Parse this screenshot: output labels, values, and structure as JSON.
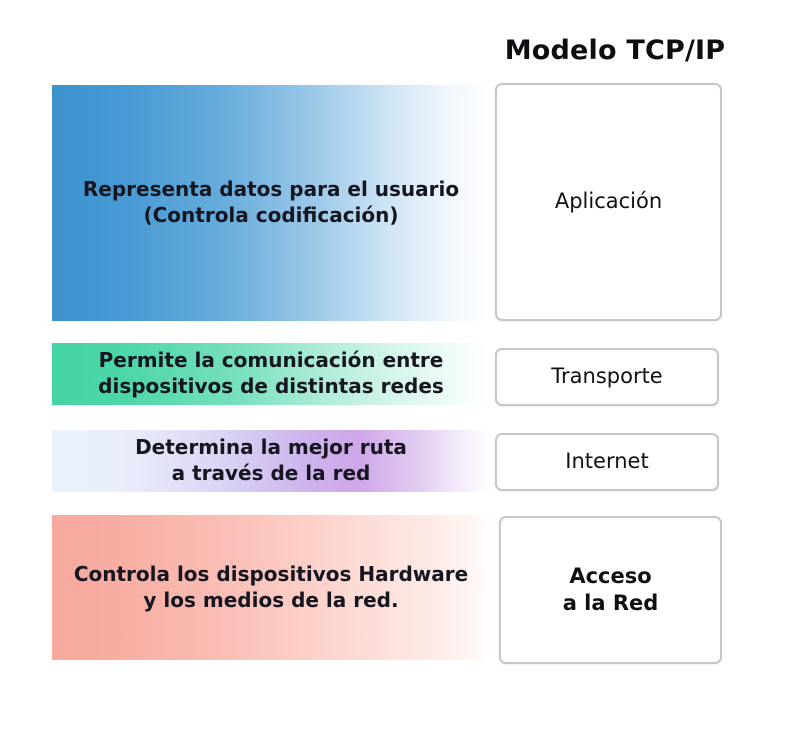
{
  "title": "Modelo TCP/IP",
  "colors": {
    "application_accent": "#3e93cf",
    "transport_accent": "#45d4a3",
    "internet_accent": "#cfa6e9",
    "access_accent": "#f7a99e",
    "box_border": "#c6c6c6",
    "text": "#15161f",
    "background": "#ffffff"
  },
  "layers": [
    {
      "name": "application",
      "box_label": "Aplicación",
      "description_line1": "Representa datos para el usuario",
      "description_line2": "(Controla codificación)"
    },
    {
      "name": "transport",
      "box_label": "Transporte",
      "description_line1": "Permite la comunicación entre",
      "description_line2": "dispositivos de distintas redes"
    },
    {
      "name": "internet",
      "box_label": "Internet",
      "description_line1": "Determina la mejor ruta",
      "description_line2": "a través de la red"
    },
    {
      "name": "access",
      "box_label_line1": "Acceso",
      "box_label_line2": "a la Red",
      "description_line1": "Controla los dispositivos Hardware",
      "description_line2": "y los medios de la red."
    }
  ]
}
